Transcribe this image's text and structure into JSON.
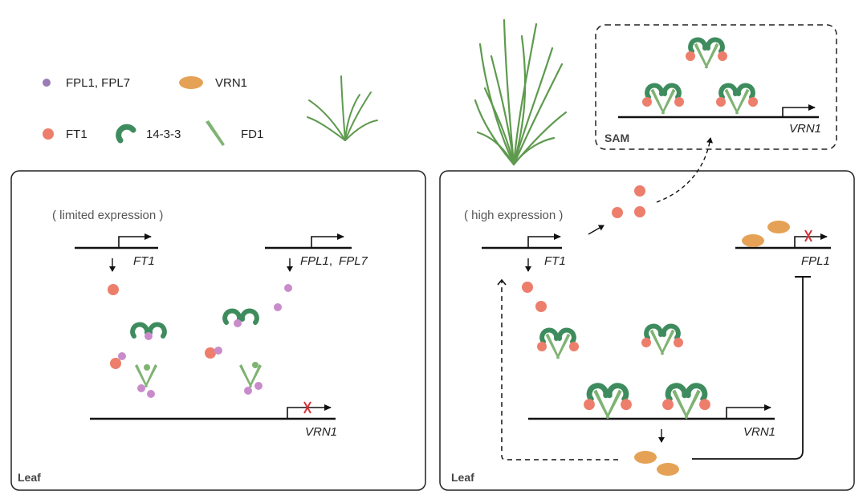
{
  "legend": {
    "fpl": "FPL1, FPL7",
    "vrn1_protein": "VRN1",
    "ft1": "FT1",
    "p1433": "14-3-3",
    "fd1": "FD1"
  },
  "left_panel": {
    "tag": "Leaf",
    "note": "( limited expression )",
    "gene_ft1": "FT1",
    "gene_fpl1": "FPL1",
    "gene_sep": ",",
    "gene_fpl7": "FPL7",
    "gene_vrn1": "VRN1"
  },
  "right_panel": {
    "tag": "Leaf",
    "note": "( high expression )",
    "gene_ft1": "FT1",
    "gene_fpl1": "FPL1",
    "gene_vrn1": "VRN1"
  },
  "sam_panel": {
    "tag": "SAM",
    "gene_vrn1": "VRN1"
  },
  "colors": {
    "ft1": "#EE7E6C",
    "fpl": "#C98CCB",
    "fpl_legend": "#9A7BB8",
    "vrn1": "#E5A256",
    "p1433": "#3E8C5E",
    "fd1": "#7FB373",
    "repress_x": "#D8323A"
  }
}
